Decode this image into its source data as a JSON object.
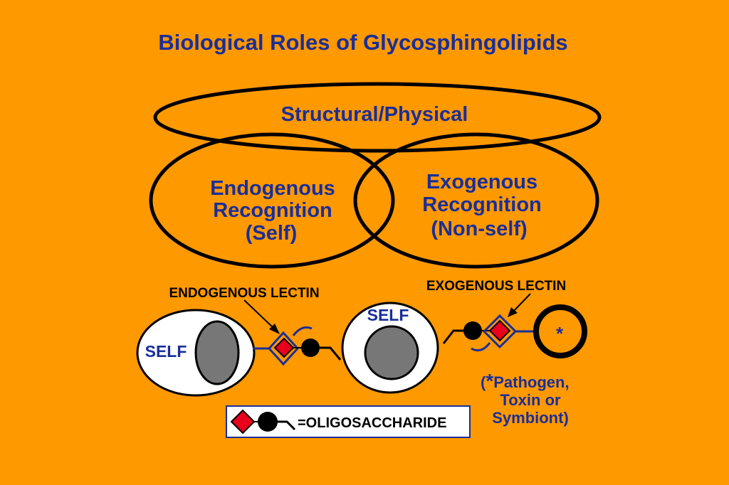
{
  "title": "Biological Roles of Glycosphingolipids",
  "structural": "Structural/Physical",
  "endogenous": {
    "line1": "Endogenous",
    "line2": "Recognition",
    "line3": "(Self)"
  },
  "exogenous": {
    "line1": "Exogenous",
    "line2": "Recognition",
    "line3": "(Non-self)"
  },
  "labels": {
    "endogenous_lectin": "ENDOGENOUS LECTIN",
    "exogenous_lectin": "EXOGENOUS LECTIN",
    "self_left": "SELF",
    "self_center": "SELF",
    "asterisk": "*"
  },
  "pathogen_note": {
    "open": "(",
    "star": "*",
    "line1": "Pathogen,",
    "line2": "Toxin or",
    "line3": "Symbiont)"
  },
  "legend": {
    "label": "=OLIGOSACCHARIDE"
  },
  "colors": {
    "background": "#FF9900",
    "text_blue": "#1A2E99",
    "lectin_blue": "#1A2E99",
    "sugar_red": "#E8001C",
    "nucleus_gray": "#777777"
  }
}
